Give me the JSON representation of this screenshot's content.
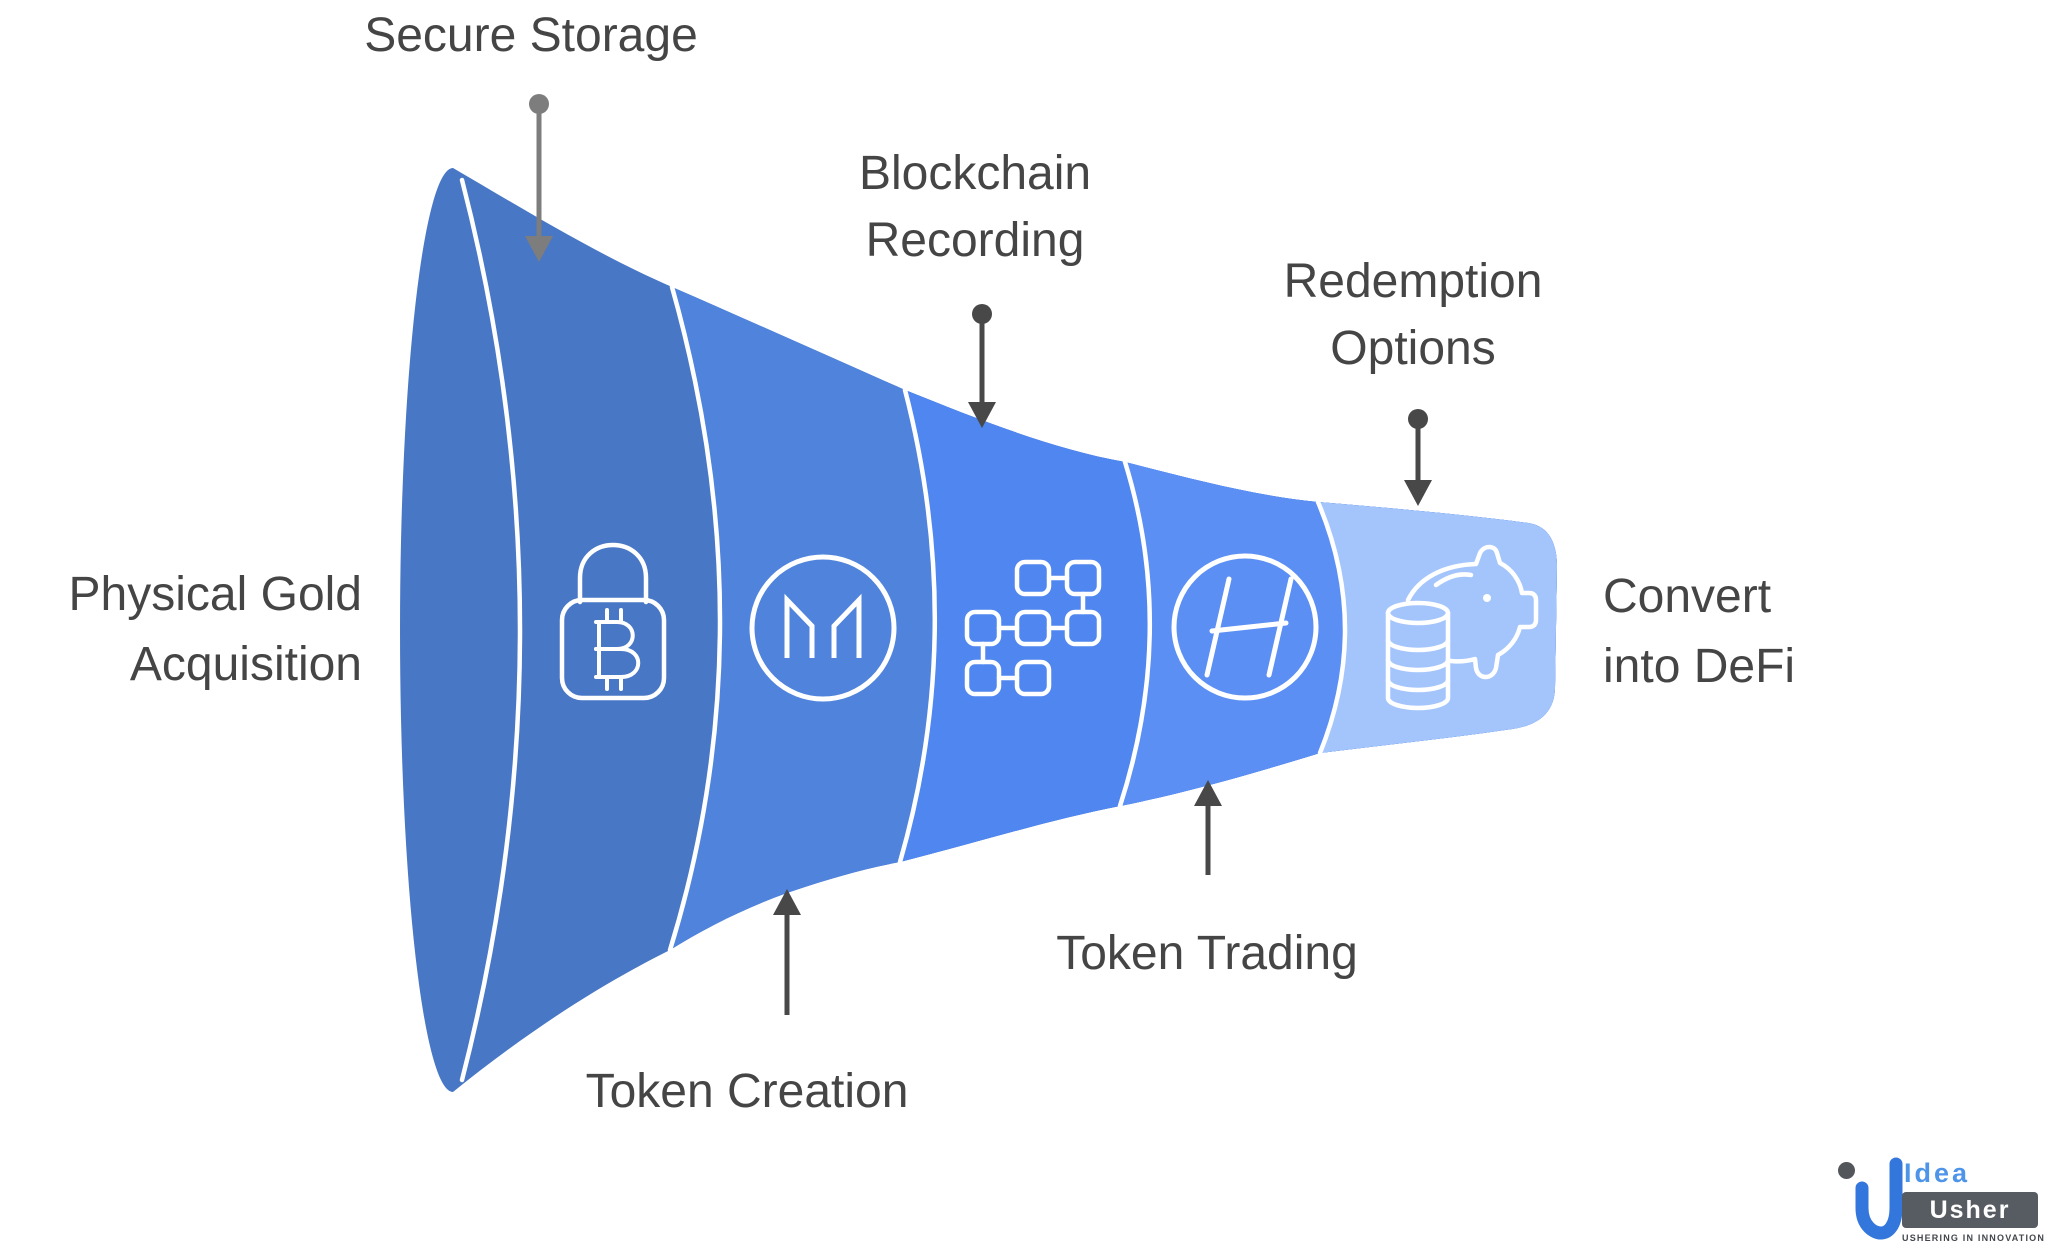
{
  "funnel": {
    "entry": {
      "label": "Physical Gold Acquisition",
      "label_lines": [
        "Physical Gold",
        "Acquisition"
      ]
    },
    "exit": {
      "label": "Convert into DeFi",
      "label_lines": [
        "Convert",
        "into DeFi"
      ]
    },
    "stages": [
      {
        "label": "Secure Storage",
        "label_lines": [
          "Secure Storage"
        ],
        "label_side": "top",
        "icon": "bitcoin-lock-icon",
        "color": "#4877C6"
      },
      {
        "label": "Token Creation",
        "label_lines": [
          "Token Creation"
        ],
        "label_side": "bottom",
        "icon": "maker-m-icon",
        "color": "#4F83DC"
      },
      {
        "label": "Blockchain Recording",
        "label_lines": [
          "Blockchain",
          "Recording"
        ],
        "label_side": "top",
        "icon": "blockchain-nodes-icon",
        "color": "#4F86EF"
      },
      {
        "label": "Token Trading",
        "label_lines": [
          "Token Trading"
        ],
        "label_side": "bottom",
        "icon": "hedera-h-icon",
        "color": "#5B8FF4"
      },
      {
        "label": "Redemption Options",
        "label_lines": [
          "Redemption",
          "Options"
        ],
        "label_side": "top",
        "icon": "piggy-bank-coins-icon",
        "color": "#A4C5FC"
      }
    ]
  },
  "logo": {
    "word_top": "Idea",
    "word_bottom": "Usher",
    "tagline": "USHERING IN INNOVATION",
    "accent_color": "#3377DC"
  },
  "colors": {
    "background": "#FFFFFF",
    "label_text": "#454545",
    "arrow_dark": "#484848",
    "arrow_light": "#7D7D7D",
    "divider": "#FFFFFF",
    "icon_stroke": "#FFFFFF"
  }
}
